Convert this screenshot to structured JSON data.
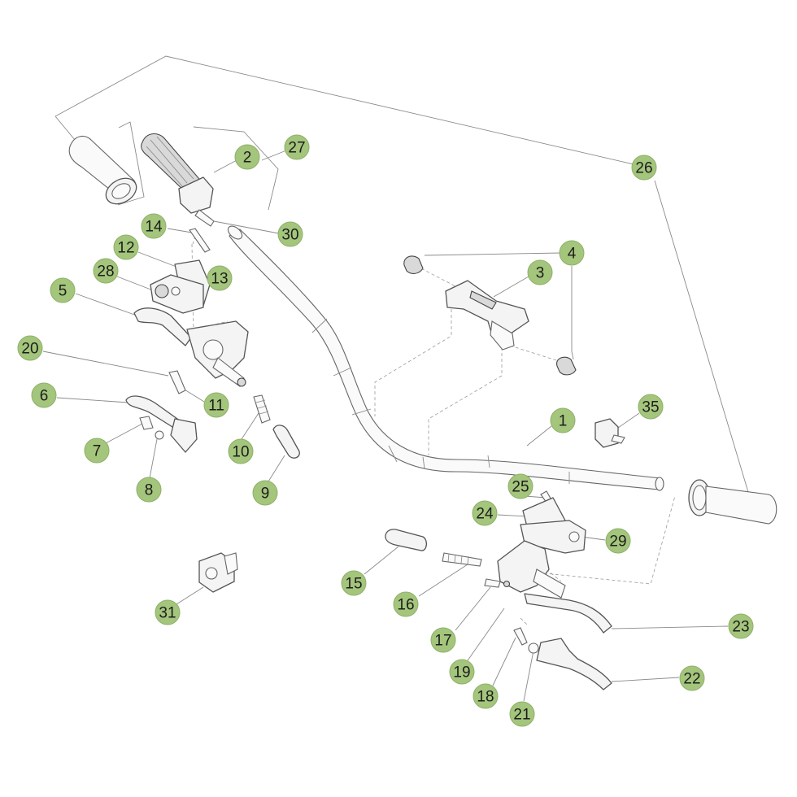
{
  "callouts": [
    {
      "label": "1"
    },
    {
      "label": "2"
    },
    {
      "label": "3"
    },
    {
      "label": "4"
    },
    {
      "label": "5"
    },
    {
      "label": "6"
    },
    {
      "label": "7"
    },
    {
      "label": "8"
    },
    {
      "label": "9"
    },
    {
      "label": "10"
    },
    {
      "label": "11"
    },
    {
      "label": "12"
    },
    {
      "label": "13"
    },
    {
      "label": "14"
    },
    {
      "label": "15"
    },
    {
      "label": "16"
    },
    {
      "label": "17"
    },
    {
      "label": "18"
    },
    {
      "label": "19"
    },
    {
      "label": "20"
    },
    {
      "label": "21"
    },
    {
      "label": "22"
    },
    {
      "label": "23"
    },
    {
      "label": "24"
    },
    {
      "label": "25"
    },
    {
      "label": "26"
    },
    {
      "label": "27"
    },
    {
      "label": "28"
    },
    {
      "label": "29"
    },
    {
      "label": "30"
    },
    {
      "label": "31"
    },
    {
      "label": "35"
    }
  ],
  "colors": {
    "callout_fill": "#a4c57c",
    "line_art": "#555555",
    "leader": "#8a8a8a",
    "background": "#ffffff"
  }
}
